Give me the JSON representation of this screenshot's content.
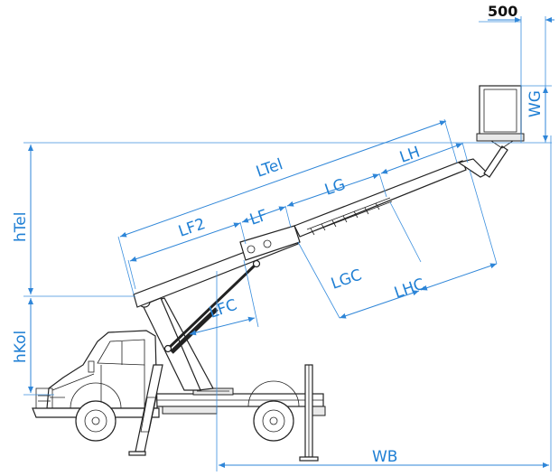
{
  "labels": {
    "top_width": "500",
    "wg": "WG",
    "ltel": "LTel",
    "lh": "LH",
    "lg": "LG",
    "lf2": "LF2",
    "lf": "LF",
    "lgc": "LGC",
    "lhc": "LHC",
    "lfc": "LFC",
    "htel": "hTel",
    "hkol": "hKol",
    "wb": "WB"
  },
  "colors": {
    "dimension": "#2f86d8",
    "machine": "#222222",
    "background": "#ffffff"
  }
}
